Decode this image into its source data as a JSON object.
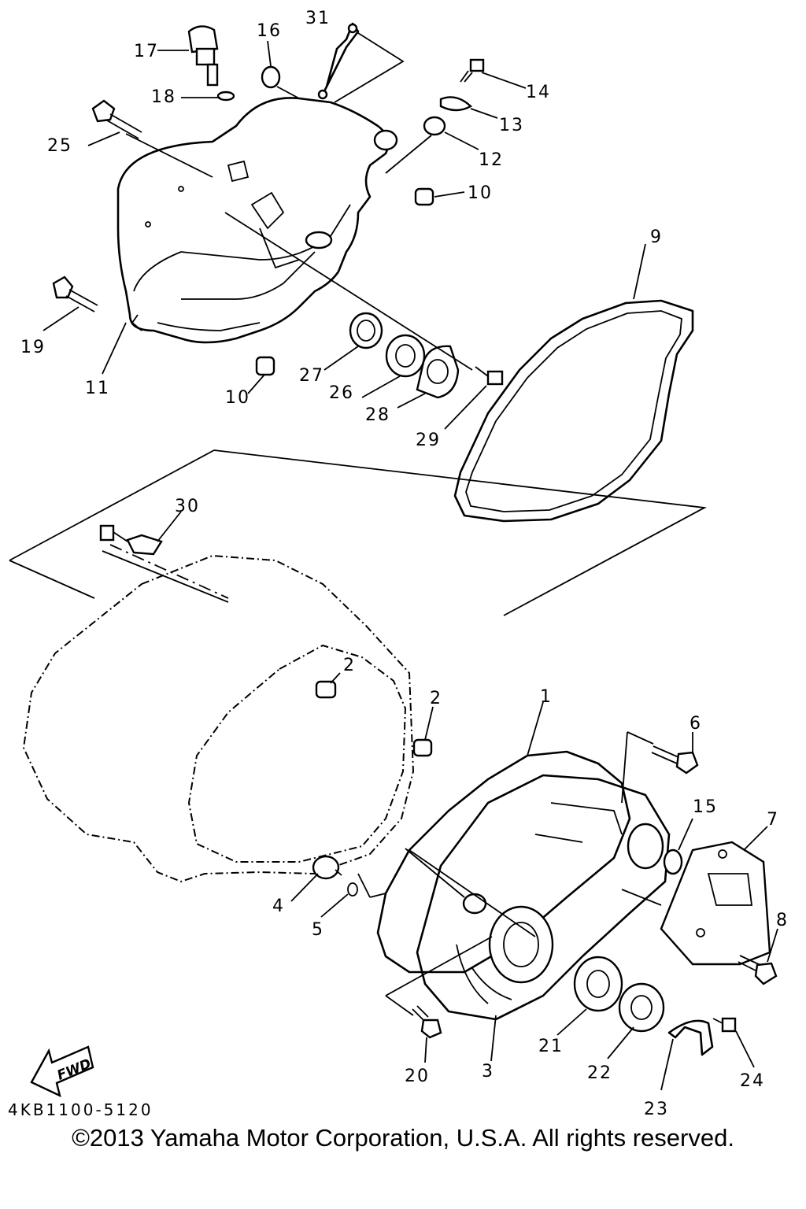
{
  "diagram": {
    "part_number_code": "4KB1100-5120",
    "fwd_label": "FWD",
    "copyright": "©2013 Yamaha Motor Corporation, U.S.A. All rights reserved.",
    "callouts": {
      "c1": "1",
      "c2a": "2",
      "c2b": "2",
      "c3": "3",
      "c4": "4",
      "c5": "5",
      "c6": "6",
      "c7": "7",
      "c8": "8",
      "c9": "9",
      "c10a": "10",
      "c10b": "10",
      "c11": "11",
      "c12": "12",
      "c13": "13",
      "c14": "14",
      "c15": "15",
      "c16": "16",
      "c17": "17",
      "c18": "18",
      "c19": "19",
      "c20": "20",
      "c21": "21",
      "c22": "22",
      "c23": "23",
      "c24": "24",
      "c25": "25",
      "c26": "26",
      "c27": "27",
      "c28": "28",
      "c29": "29",
      "c30": "30",
      "c31": "31"
    }
  }
}
